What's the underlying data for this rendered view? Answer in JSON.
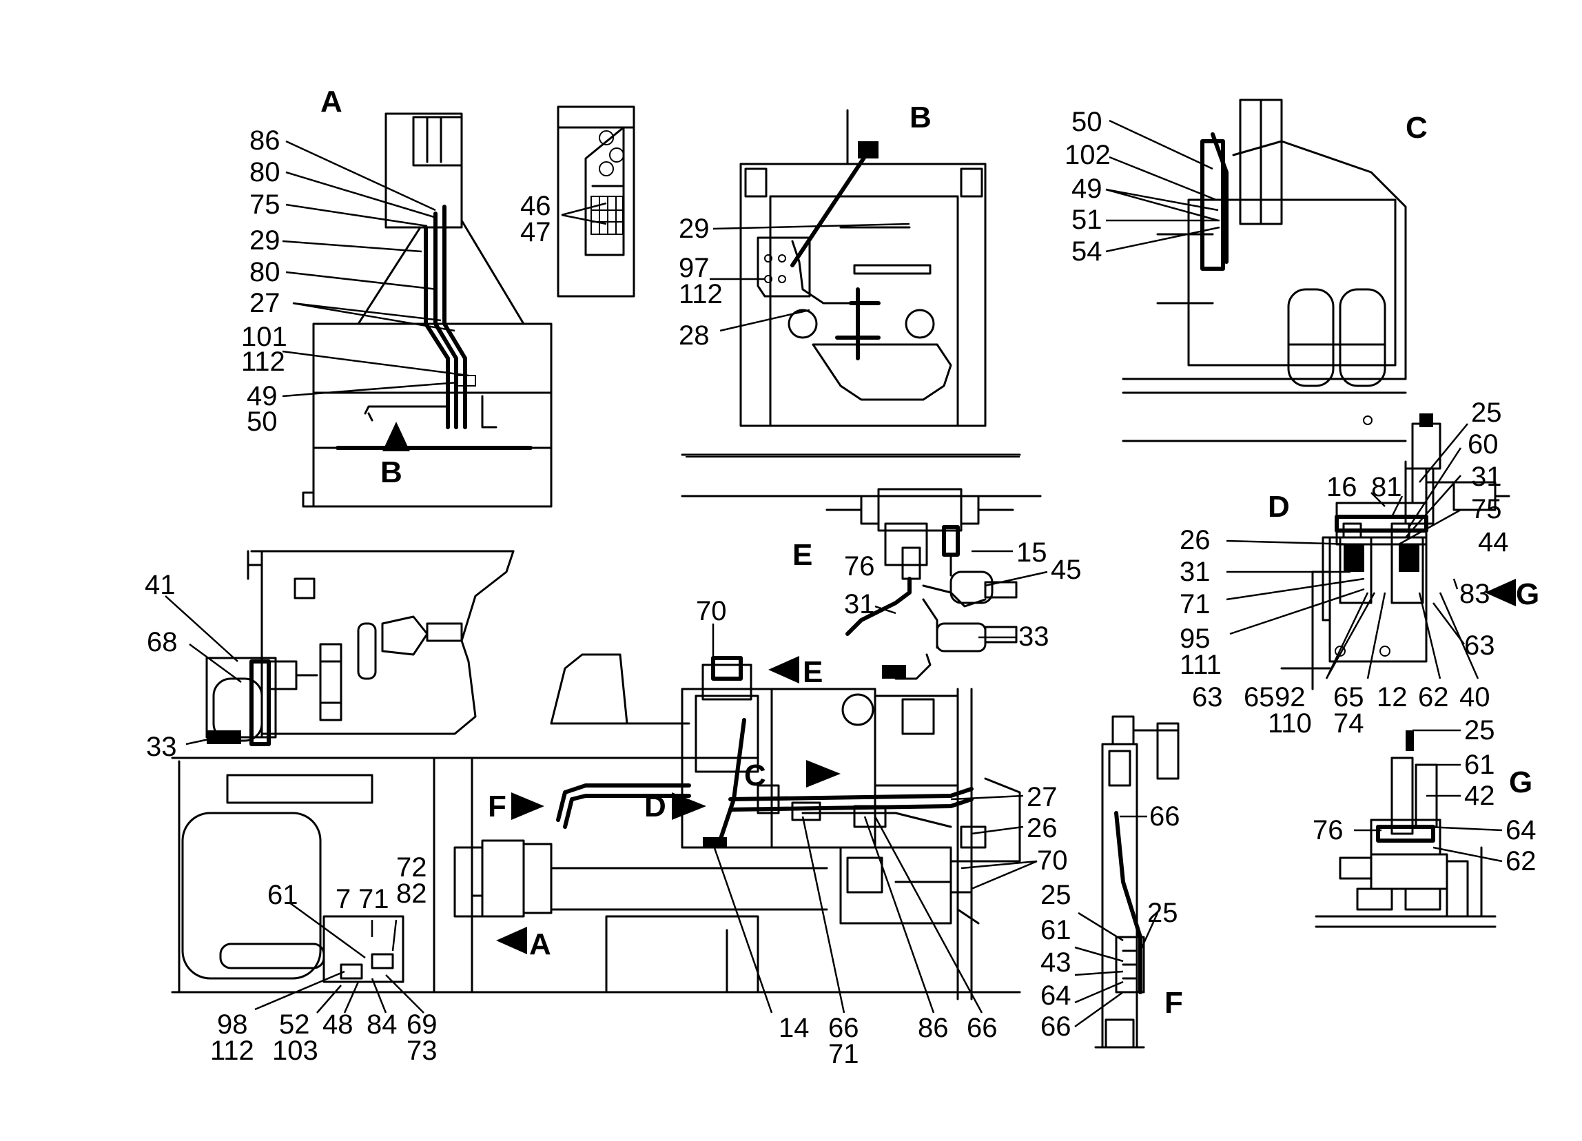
{
  "views": [
    {
      "id": "view-a",
      "letter": "A"
    },
    {
      "id": "view-b",
      "letter": "B"
    },
    {
      "id": "view-c",
      "letter": "C"
    },
    {
      "id": "view-d",
      "letter": "D"
    },
    {
      "id": "view-e",
      "letter": "E"
    },
    {
      "id": "view-f",
      "letter": "F"
    },
    {
      "id": "view-g",
      "letter": "G"
    }
  ],
  "markers": [
    {
      "id": "marker-b",
      "letter": "B"
    },
    {
      "id": "marker-e",
      "letter": "E"
    },
    {
      "id": "marker-c",
      "letter": "C"
    },
    {
      "id": "marker-f",
      "letter": "F"
    },
    {
      "id": "marker-d",
      "letter": "D"
    },
    {
      "id": "marker-a",
      "letter": "A"
    },
    {
      "id": "marker-g",
      "letter": "G"
    }
  ],
  "callouts": {
    "a": [
      "86",
      "80",
      "75",
      "29",
      "80",
      "27",
      "101",
      "112",
      "49",
      "50"
    ],
    "a_inset": [
      "46",
      "47"
    ],
    "b": [
      "29",
      "97",
      "112",
      "28"
    ],
    "c": [
      "50",
      "102",
      "49",
      "51",
      "54"
    ],
    "d": [
      "25",
      "60",
      "31",
      "75",
      "44",
      "16",
      "81",
      "26",
      "31",
      "71",
      "95",
      "111",
      "83",
      "63",
      "63",
      "65",
      "92",
      "110",
      "65",
      "74",
      "12",
      "62",
      "40"
    ],
    "e": [
      "15",
      "76",
      "45",
      "31",
      "33"
    ],
    "side": [
      "41",
      "68",
      "33"
    ],
    "main": [
      "70",
      "27",
      "26",
      "70",
      "14",
      "66",
      "71",
      "86",
      "66"
    ],
    "cab": [
      "72",
      "82",
      "61",
      "7",
      "71",
      "98",
      "112",
      "52",
      "103",
      "48",
      "84",
      "69",
      "73"
    ],
    "f": [
      "66",
      "25",
      "25",
      "61",
      "43",
      "64",
      "66"
    ],
    "g": [
      "25",
      "61",
      "42",
      "76",
      "64",
      "62"
    ]
  }
}
